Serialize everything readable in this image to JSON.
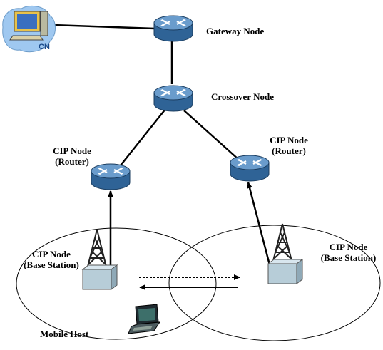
{
  "nodes": {
    "correspondent": {
      "label": "CN"
    },
    "gateway": {
      "label": "Gateway Node"
    },
    "crossover": {
      "label": "Crossover Node"
    },
    "cip_router_left": {
      "line1": "CIP Node",
      "line2": "(Router)"
    },
    "cip_router_right": {
      "line1": "CIP Node",
      "line2": "(Router)"
    },
    "cip_bs_left": {
      "line1": "CIP Node",
      "line2": "(Base Station)"
    },
    "cip_bs_right": {
      "line1": "CIP Node",
      "line2": "(Base Station)"
    },
    "mobile_host": {
      "label": "Mobile Host"
    }
  },
  "links": [
    {
      "from": "correspondent",
      "to": "gateway"
    },
    {
      "from": "gateway",
      "to": "crossover"
    },
    {
      "from": "crossover",
      "to": "cip_router_left"
    },
    {
      "from": "crossover",
      "to": "cip_router_right"
    },
    {
      "from": "cip_bs_left",
      "to": "cip_router_left",
      "direction": "up"
    },
    {
      "from": "cip_bs_right",
      "to": "cip_router_right",
      "direction": "up"
    }
  ],
  "handoff_arrows": [
    "right",
    "left"
  ],
  "colors": {
    "router_body": "#3a6ea0",
    "router_top": "#6a9ccc",
    "base_station": "#b7cdd8",
    "cn_blob": "#9fc8f0",
    "cn_label": "#1a4a8a"
  }
}
